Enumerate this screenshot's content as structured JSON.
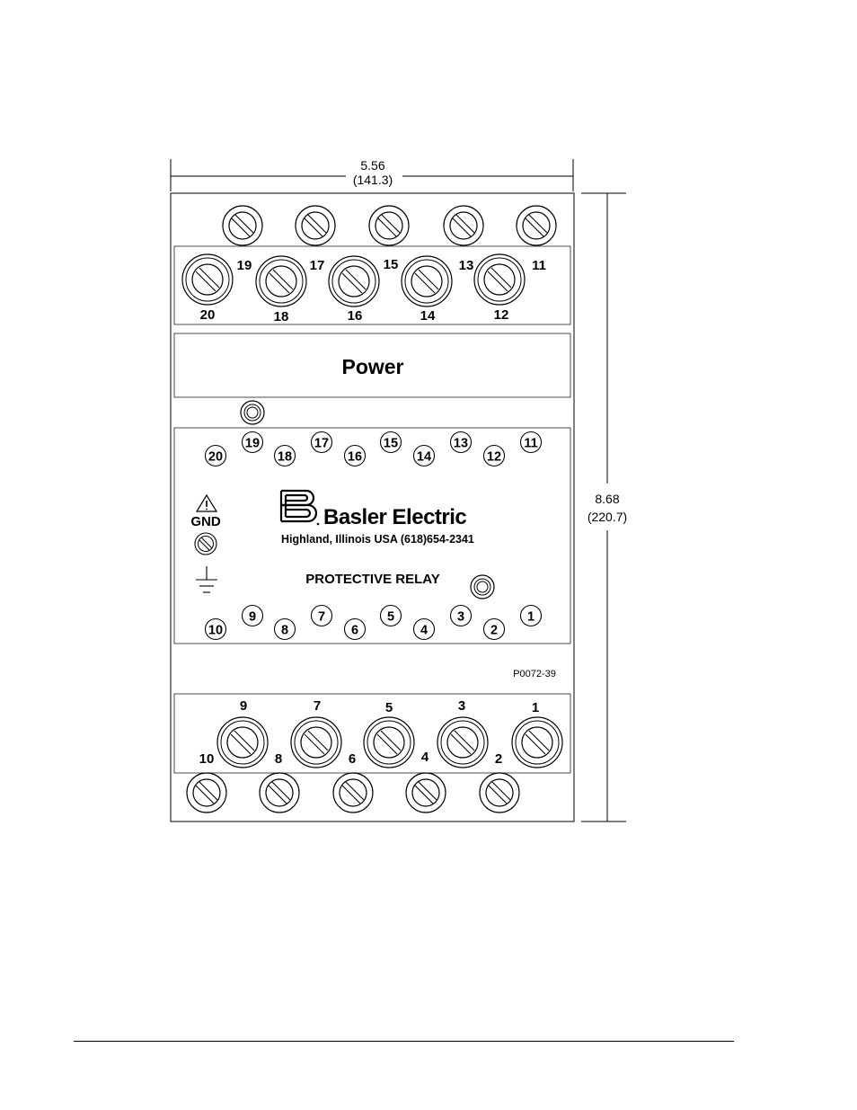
{
  "dimensions": {
    "width_in": "5.56",
    "width_mm": "(141.3)",
    "height_in": "8.68",
    "height_mm": "(220.7)"
  },
  "panel": {
    "title": "Power",
    "brand": "Basler Electric",
    "address": "Highland, Illinois USA (618)654-2341",
    "product": "PROTECTIVE RELAY",
    "gnd_label": "GND",
    "drawing_id": "P0072-39"
  },
  "upper_terminals": {
    "top_row": [
      "19",
      "17",
      "15",
      "13",
      "11"
    ],
    "bottom_row": [
      "20",
      "18",
      "16",
      "14",
      "12"
    ]
  },
  "lower_terminals": {
    "top_row": [
      "9",
      "7",
      "5",
      "3",
      "1"
    ],
    "bottom_row": [
      "10",
      "8",
      "6",
      "4",
      "2"
    ]
  },
  "circled_upper": [
    "20",
    "19",
    "18",
    "17",
    "16",
    "15",
    "14",
    "13",
    "12",
    "11"
  ],
  "circled_lower": [
    "10",
    "9",
    "8",
    "7",
    "6",
    "5",
    "4",
    "3",
    "2",
    "1"
  ],
  "icons": {
    "warning": "warning-triangle-icon",
    "ground": "ground-symbol-icon",
    "logo": "basler-logo-icon"
  }
}
